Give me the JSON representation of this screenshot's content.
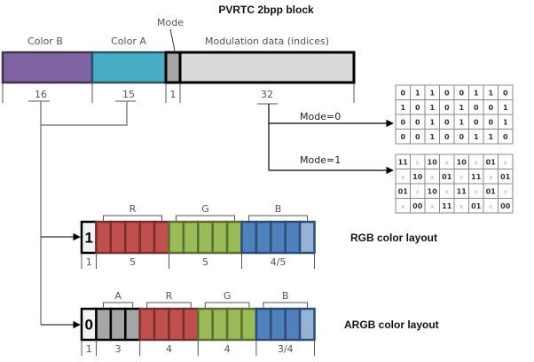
{
  "title": "PVRTC 2bpp block",
  "block": {
    "fields": [
      {
        "name": "Color B",
        "bits": "16",
        "color": "#8064a2"
      },
      {
        "name": "Color A",
        "bits": "15",
        "color": "#4bacc6"
      },
      {
        "name": "Mode",
        "bits": "1",
        "color": "#a6a6a6"
      },
      {
        "name": "Modulation data (indices)",
        "bits": "32",
        "color": "#d9d9d9"
      }
    ]
  },
  "branches": {
    "mode0_label": "Mode=0",
    "mode1_label": "Mode=1"
  },
  "mode0_grid": [
    [
      "0",
      "1",
      "1",
      "0",
      "0",
      "1",
      "1",
      "0"
    ],
    [
      "1",
      "0",
      "1",
      "0",
      "1",
      "0",
      "0",
      "1"
    ],
    [
      "0",
      "0",
      "1",
      "0",
      "1",
      "0",
      "0",
      "1"
    ],
    [
      "0",
      "0",
      "1",
      "0",
      "0",
      "1",
      "1",
      "0"
    ]
  ],
  "mode1_grid": [
    [
      "11",
      "x",
      "10",
      "x",
      "10",
      "x",
      "01",
      "x"
    ],
    [
      "x",
      "10",
      "x",
      "01",
      "x",
      "11",
      "x",
      "01"
    ],
    [
      "01",
      "x",
      "10",
      "x",
      "11",
      "x",
      "01",
      "x"
    ],
    [
      "x",
      "00",
      "x",
      "11",
      "x",
      "01",
      "x",
      "00"
    ]
  ],
  "rgb_layout": {
    "label": "RGB color layout",
    "flag": "1",
    "groups": [
      {
        "name": "R",
        "bits": 5,
        "color": "#c0504d",
        "border": "#7a2f2d"
      },
      {
        "name": "G",
        "bits": 5,
        "color": "#9bbb59",
        "border": "#5a7030"
      },
      {
        "name": "B",
        "bits": 5,
        "color": "#4f81bd",
        "border": "#2c4d75"
      }
    ],
    "bit_labels": [
      "1",
      "5",
      "5",
      "4/5"
    ]
  },
  "argb_layout": {
    "label": "ARGB color layout",
    "flag": "0",
    "groups": [
      {
        "name": "A",
        "bits": 3,
        "color": "#a6a6a6",
        "border": "#000000"
      },
      {
        "name": "R",
        "bits": 4,
        "color": "#c0504d",
        "border": "#7a2f2d"
      },
      {
        "name": "G",
        "bits": 4,
        "color": "#9bbb59",
        "border": "#5a7030"
      },
      {
        "name": "B",
        "bits": 4,
        "color": "#4f81bd",
        "border": "#2c4d75"
      }
    ],
    "bit_labels": [
      "1",
      "3",
      "4",
      "4",
      "3/4"
    ]
  },
  "light_blue": "#95b3d7"
}
